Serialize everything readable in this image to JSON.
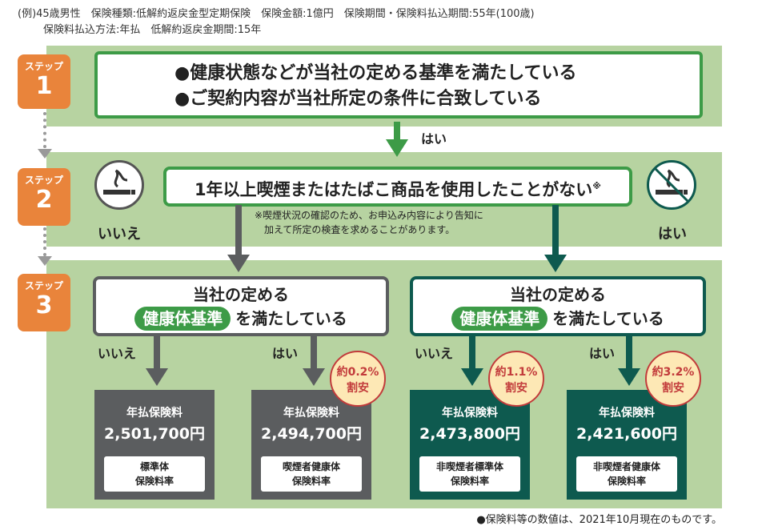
{
  "header": {
    "line1": "(例)45歳男性　保険種類:低解約返戻金型定期保険　保険金額:1億円　保険期間・保険料払込期間:55年(100歳)",
    "line2": "保険料払込方法:年払　低解約返戻金期間:15年"
  },
  "step_label": "ステップ",
  "steps": [
    "1",
    "2",
    "3"
  ],
  "step1": {
    "cond1": "●健康状態などが当社の定める基準を満たしている",
    "cond2": "●ご契約内容が当社所定の条件に合致している",
    "yes": "はい"
  },
  "step2": {
    "question": "1年以上喫煙またはたばこ商品を使用したことがない",
    "mark": "※",
    "note1": "※喫煙状況の確認のため、お申込み内容により告知に",
    "note2": "加えて所定の検査を求めることがあります。",
    "no": "いいえ",
    "yes": "はい"
  },
  "step3": {
    "line1": "当社の定める",
    "pill": "健康体基準",
    "line2": "を満たしている",
    "no": "いいえ",
    "yes": "はい"
  },
  "results": [
    {
      "title": "年払保険料",
      "price": "2,501,700円",
      "k1": "標準体",
      "k2": "保険料率"
    },
    {
      "title": "年払保険料",
      "price": "2,494,700円",
      "k1": "喫煙者健康体",
      "k2": "保険料率",
      "disc1": "約0.2%",
      "disc2": "割安"
    },
    {
      "title": "年払保険料",
      "price": "2,473,800円",
      "k1": "非喫煙者標準体",
      "k2": "保険料率",
      "disc1": "約1.1%",
      "disc2": "割安"
    },
    {
      "title": "年払保険料",
      "price": "2,421,600円",
      "k1": "非喫煙者健康体",
      "k2": "保険料率",
      "disc1": "約3.2%",
      "disc2": "割安"
    }
  ],
  "footer": "●保険料等の数値は、2021年10月現在のものです。",
  "colors": {
    "green": "#3d9b47",
    "band": "#b7d3a1",
    "teal": "#0e5a4f",
    "gray": "#5b5d5f",
    "orange": "#e9843b"
  }
}
